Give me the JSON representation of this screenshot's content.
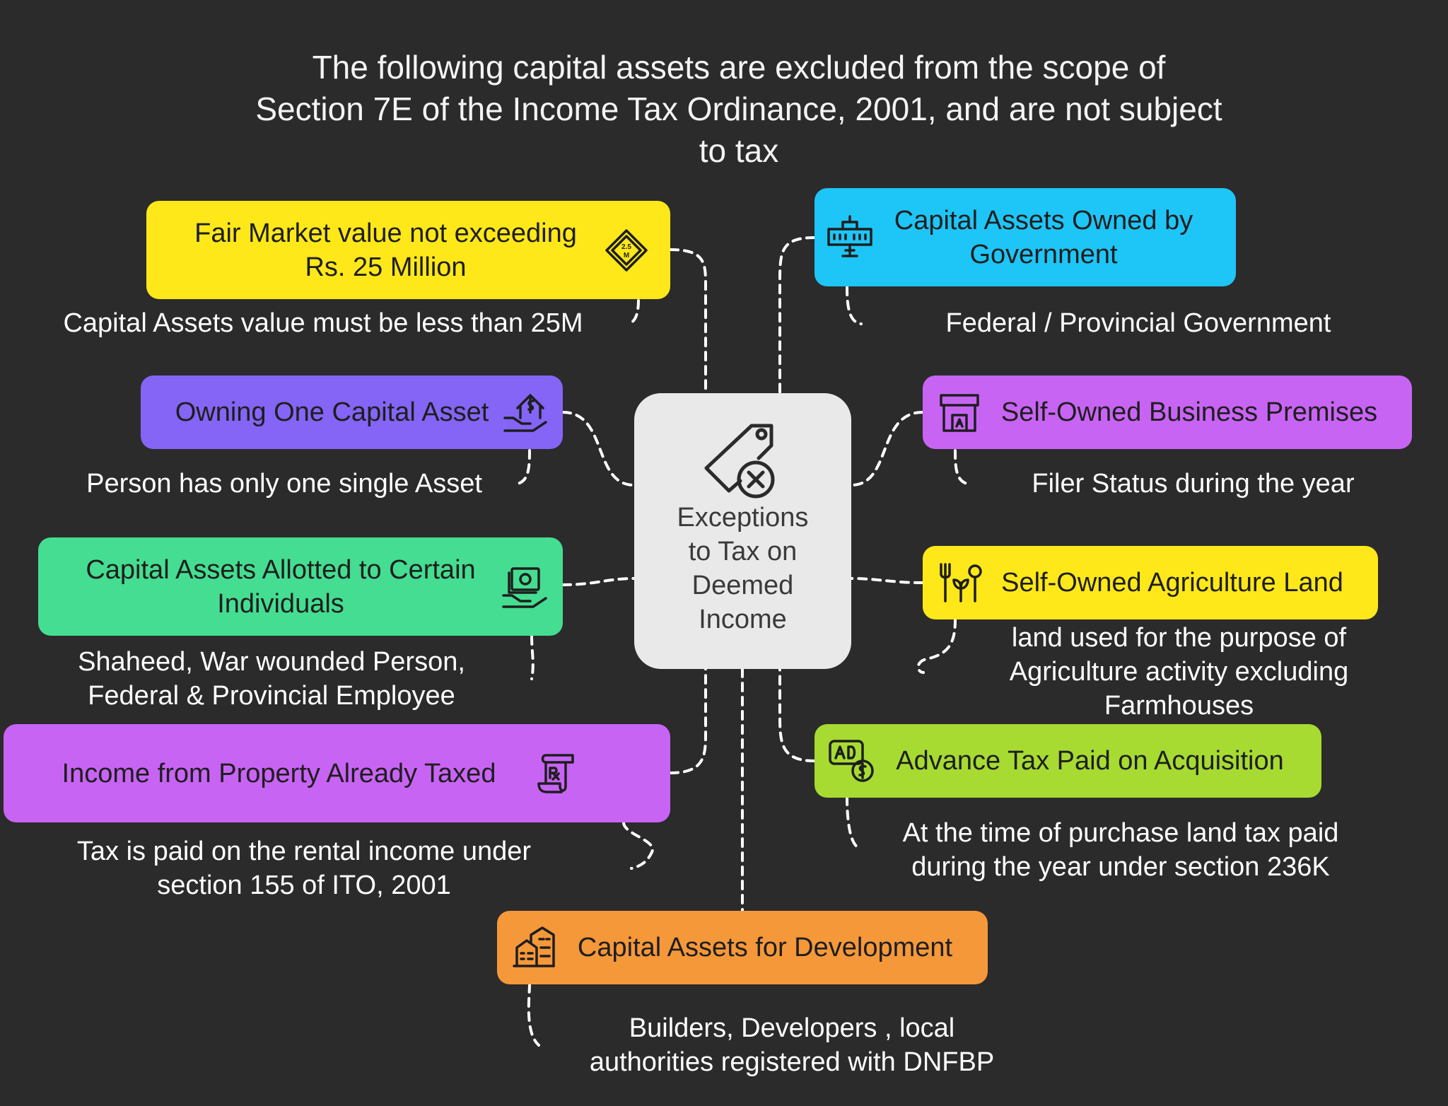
{
  "title": {
    "line1": "The following capital assets are excluded from the scope of",
    "line2": "Section 7E of the Income Tax Ordinance, 2001, and are not subject",
    "line3": "to tax"
  },
  "center": {
    "line1": "Exceptions",
    "line2": "to Tax on",
    "line3": "Deemed",
    "line4": "Income",
    "icon": "price-tag-cancel-icon"
  },
  "items": {
    "fmv": {
      "label1": "Fair Market value not exceeding",
      "label2": "Rs. 25 Million",
      "note1": "Capital Assets value must be less than 25M",
      "icon": "road-sign-25m-icon",
      "color": "#ffe819"
    },
    "one_asset": {
      "label1": "Owning One Capital Asset",
      "note1": "Person has only one single Asset",
      "icon": "hand-house-dollar-icon",
      "color": "#8465f5"
    },
    "allotted": {
      "label1": "Capital Assets Allotted to Certain",
      "label2": "Individuals",
      "note1": "Shaheed, War wounded Person,",
      "note2": "Federal & Provincial Employee",
      "icon": "hand-money-icon",
      "color": "#45dd91"
    },
    "property_taxed": {
      "label1": "Income from Property Already Taxed",
      "note1": "Tax is paid on the rental income under",
      "note2": "section 155 of ITO, 2001",
      "icon": "receipt-rx-icon",
      "color": "#c864f4"
    },
    "development": {
      "label1": "Capital Assets for Development",
      "note1": "Builders, Developers , local",
      "note2": "authorities registered with DNFBP",
      "icon": "buildings-icon",
      "color": "#f5983a"
    },
    "government": {
      "label1": "Capital Assets Owned by",
      "label2": "Government",
      "note1": "Federal / Provincial Government",
      "icon": "government-building-icon",
      "color": "#1ec5f7"
    },
    "business_premises": {
      "label1": "Self-Owned Business Premises",
      "note1": "Filer Status during the year",
      "icon": "shop-icon",
      "color": "#c864f4"
    },
    "agri_land": {
      "label1": "Self-Owned Agriculture Land",
      "note1": "land used for the purpose of",
      "note2": "Agriculture activity excluding",
      "note3": "Farmhouses",
      "icon": "farm-tools-plant-icon",
      "color": "#ffe819"
    },
    "advance_tax": {
      "label1": "Advance Tax Paid on Acquisition",
      "note1": "At the time of purchase land tax paid",
      "note2": "during the year under section 236K",
      "icon": "ad-dollar-icon",
      "color": "#a7db32"
    }
  }
}
